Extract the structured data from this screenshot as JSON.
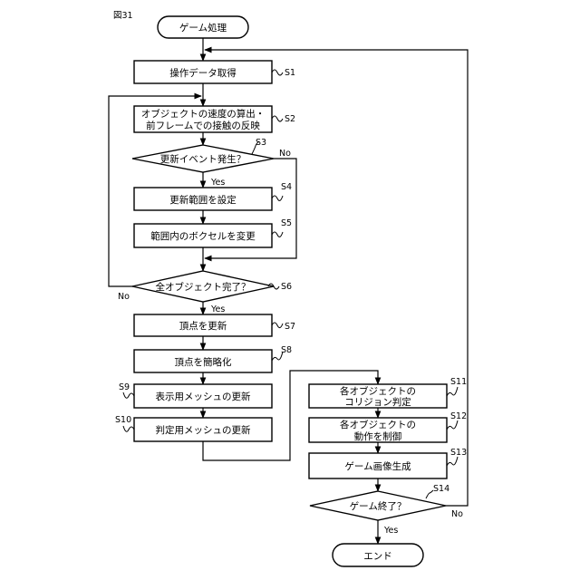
{
  "figure_label": "図31",
  "nodes": {
    "start": "ゲーム処理",
    "s1": "操作データ取得",
    "s2_line1": "オブジェクトの速度の算出・",
    "s2_line2": "前フレームでの接触の反映",
    "s3": "更新イベント発生？",
    "s4": "更新範囲を設定",
    "s5": "範囲内のボクセルを変更",
    "s6": "全オブジェクト完了？",
    "s7": "頂点を更新",
    "s8": "頂点を簡略化",
    "s9": "表示用メッシュの更新",
    "s10": "判定用メッシュの更新",
    "s11_line1": "各オブジェクトの",
    "s11_line2": "コリジョン判定",
    "s12_line1": "各オブジェクトの",
    "s12_line2": "動作を制御",
    "s13": "ゲーム画像生成",
    "s14": "ゲーム終了？",
    "end": "エンド"
  },
  "step_labels": {
    "s1": "S1",
    "s2": "S2",
    "s3": "S3",
    "s4": "S4",
    "s5": "S5",
    "s6": "S6",
    "s7": "S7",
    "s8": "S8",
    "s9": "S9",
    "s10": "S10",
    "s11": "S11",
    "s12": "S12",
    "s13": "S13",
    "s14": "S14"
  },
  "branch_labels": {
    "s3_yes": "Yes",
    "s3_no": "No",
    "s6_yes": "Yes",
    "s6_no": "No",
    "s14_yes": "Yes",
    "s14_no": "No"
  }
}
